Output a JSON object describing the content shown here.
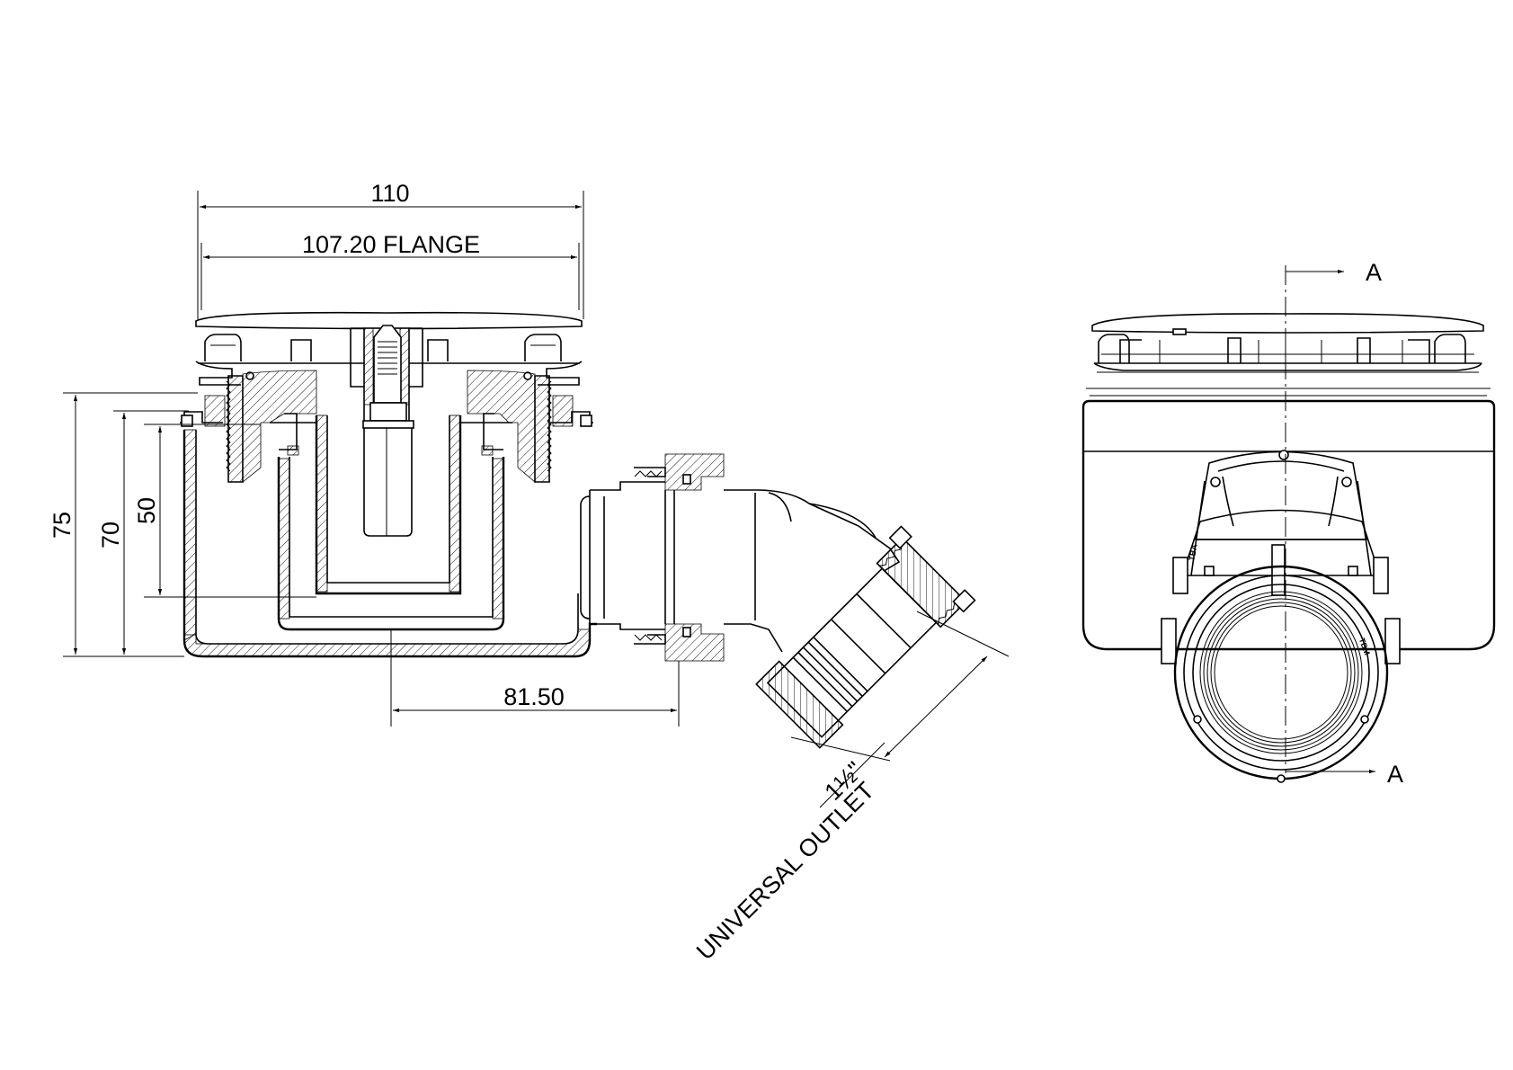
{
  "dimensions": {
    "overall_width": "110",
    "flange_width": "107.20 FLANGE",
    "height_75": "75",
    "height_70": "70",
    "height_50": "50",
    "outlet_offset": "81.50",
    "outlet_size": "1½\"",
    "outlet_label": "UNIVERSAL OUTLET"
  },
  "section": {
    "top_marker": "A",
    "bottom_marker": "A"
  },
  "nut_labels": {
    "left": "TBA",
    "right": "TBM"
  }
}
